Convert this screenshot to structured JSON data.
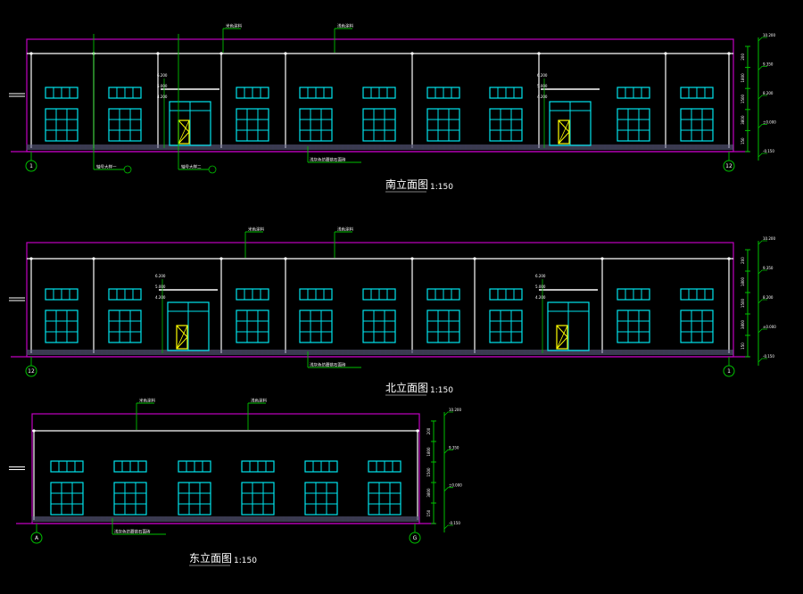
{
  "colors": {
    "background": "#000000",
    "outline": "#c000c0",
    "wall": "#ffffff",
    "window": "#00e5ee",
    "door": "#00e5ee",
    "door_panel": "#ffff00",
    "leader": "#00c000",
    "dim_line": "#00c000",
    "plinth": "#6a6a90",
    "text": "#ffffff"
  },
  "elevations": [
    {
      "id": "south",
      "name": "南立面图",
      "scale": "1:150",
      "axis_left": "1",
      "axis_right": "12",
      "roof_notes": [
        "米色涂料",
        "浅色涂料"
      ],
      "base_note": "浅灰色仿蘑菇石面砖",
      "ground_notes": [
        "轴号大样一",
        "轴号大样二"
      ],
      "window_dims": [
        "6.200",
        "5.000",
        "4.200"
      ],
      "door_dims": [
        "6.200",
        "5.000",
        "4.200"
      ],
      "level_marks": [
        "10.200",
        "9.350",
        "8.200",
        "±0.000",
        "-0.150"
      ],
      "dim_segments": [
        "200",
        "1800",
        "1500",
        "3800",
        "150"
      ]
    },
    {
      "id": "north",
      "name": "北立面图",
      "scale": "1:150",
      "axis_left": "12",
      "axis_right": "1",
      "roof_notes": [
        "米色涂料",
        "浅色涂料"
      ],
      "base_note": "浅灰色仿蘑菇石面砖",
      "window_dims": [
        "6.200",
        "5.000",
        "4.200"
      ],
      "door_dims": [
        "6.200",
        "5.000",
        "4.200"
      ],
      "level_marks": [
        "10.200",
        "9.350",
        "8.200",
        "±0.000",
        "-0.150"
      ],
      "dim_segments": [
        "200",
        "1800",
        "1500",
        "3800",
        "150"
      ]
    },
    {
      "id": "east",
      "name": "东立面图",
      "scale": "1:150",
      "axis_left": "A",
      "axis_right": "G",
      "roof_notes": [
        "米色涂料",
        "浅色涂料"
      ],
      "base_note": "浅灰色仿蘑菇石面砖",
      "level_marks": [
        "10.200",
        "9.350",
        "±0.000",
        "-0.150"
      ],
      "dim_segments": [
        "200",
        "1800",
        "1500",
        "3800",
        "150"
      ]
    }
  ]
}
